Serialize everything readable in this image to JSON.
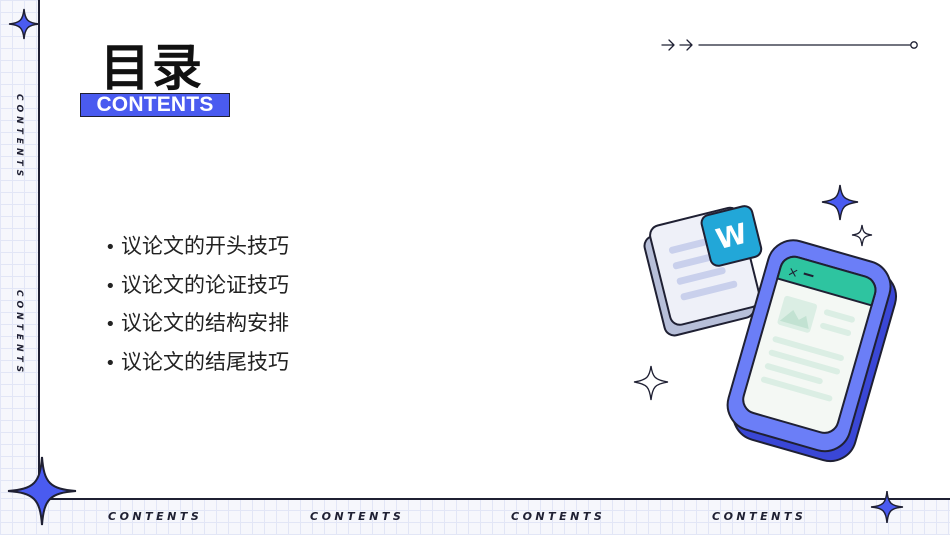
{
  "title": "目录",
  "subtitle": "CONTENTS",
  "side_words": [
    "CONTENTS",
    "CONTENTS"
  ],
  "bottom_words": [
    "CONTENTS",
    "CONTENTS",
    "CONTENTS",
    "CONTENTS"
  ],
  "toc": {
    "bullet": "•",
    "items": [
      "议论文的开头技巧",
      "议论文的论证技巧",
      "议论文的结构安排",
      "议论文的结尾技巧"
    ]
  },
  "illustration": {
    "doc_badge_letter": "W"
  },
  "colors": {
    "accent": "#4a5bf0",
    "dark": "#1f2033",
    "green": "#2ec4a0",
    "grid": "#e2e6f6"
  },
  "icons": [
    "four-point-star-icon",
    "arrow-line-icon",
    "document-w-icon",
    "tablet-icon"
  ]
}
